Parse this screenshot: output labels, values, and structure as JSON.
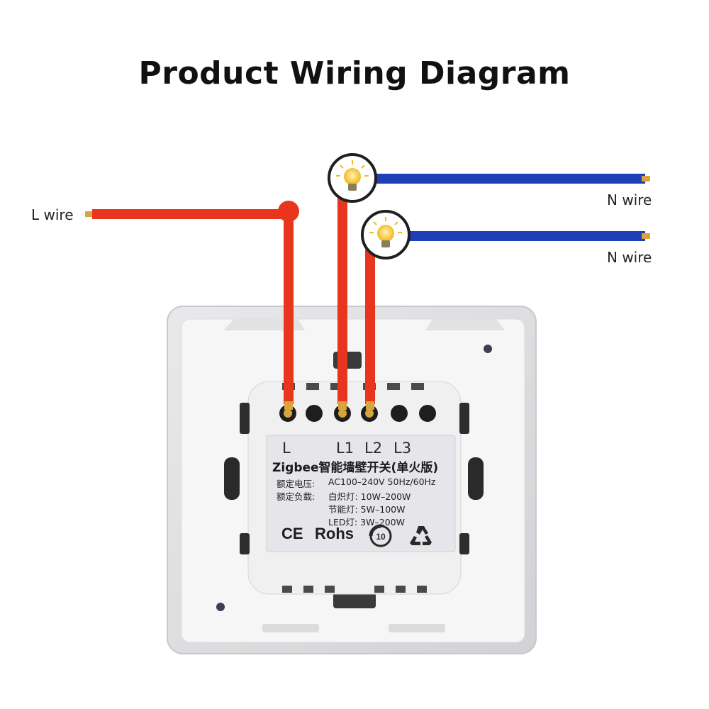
{
  "title": "Product Wiring Diagram",
  "wires": {
    "l_wire": "L wire",
    "n_wire_1": "N wire",
    "n_wire_2": "N wire"
  },
  "terminals": [
    "L",
    "L1",
    "L2",
    "L3"
  ],
  "label": {
    "model": "Zigbee智能墙壁开关(单火版)",
    "rated_voltage_key": "额定电压:",
    "rated_voltage_value": "AC100–240V 50Hz/60Hz",
    "rated_load_key": "额定负载:",
    "incandescent": "白炽灯: 10W–200W",
    "energy_saving": "节能灯: 5W–100W",
    "led": "LED灯: 3W–200W",
    "mark_ce": "CE",
    "mark_rohs": "Rohs",
    "mark_10": "10"
  },
  "colors": {
    "live_wire": "#e8361e",
    "neutral_wire": "#1d3fb8",
    "copper": "#d9a53a",
    "panel": "#f4f4f4",
    "label_bg": "#e6e6ea"
  },
  "icons": [
    "light-bulb-icon",
    "light-bulb-icon",
    "recycle-icon",
    "ten-year-icon"
  ]
}
